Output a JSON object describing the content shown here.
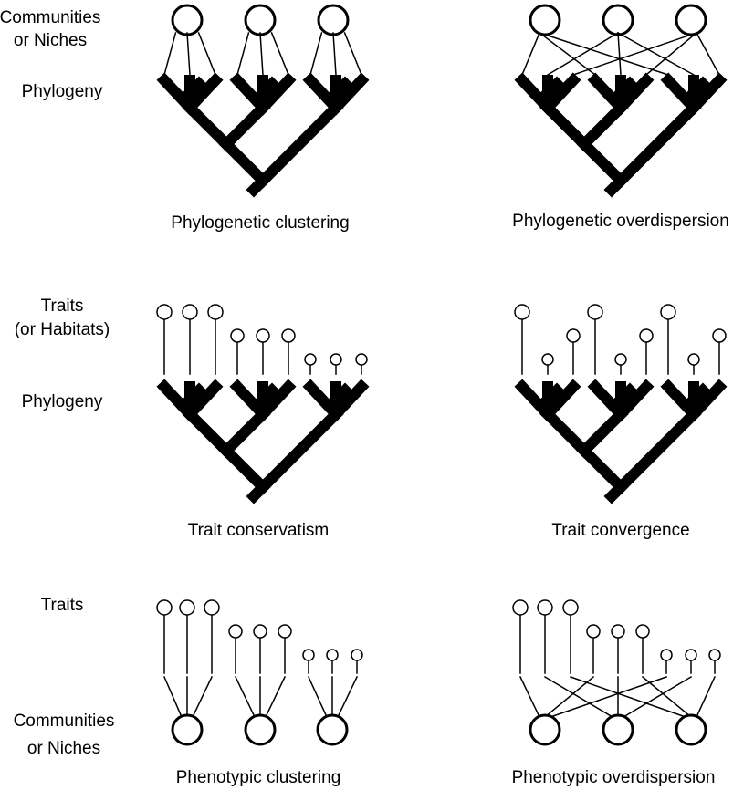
{
  "row_labels": {
    "communities_top": [
      "Communities",
      "or Niches"
    ],
    "phylogeny_top": "Phylogeny",
    "traits_habitats": [
      "Traits",
      "(or Habitats)"
    ],
    "phylogeny_mid": "Phylogeny",
    "traits_bottom": "Traits",
    "communities_bottom": [
      "Communities",
      "or Niches"
    ]
  },
  "captions": {
    "phylogenetic_clustering": "Phylogenetic clustering",
    "phylogenetic_overdispersion": "Phylogenetic overdispersion",
    "trait_conservatism": "Trait conservatism",
    "trait_convergence": "Trait convergence",
    "phenotypic_clustering": "Phenotypic clustering",
    "phenotypic_overdispersion": "Phenotypic overdispersion"
  },
  "colors": {
    "ink": "#000000",
    "background": "#ffffff"
  }
}
